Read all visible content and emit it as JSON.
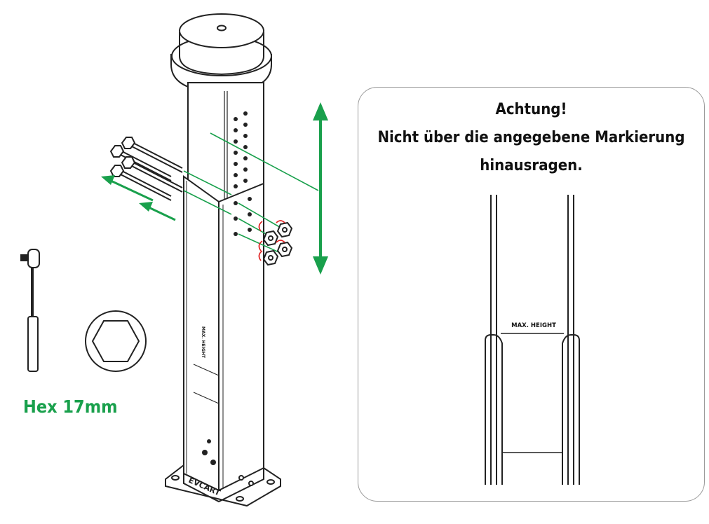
{
  "warning": {
    "title": "Achtung!",
    "line1": "Nicht über die angegebene Markierung",
    "line2": "hinausragen."
  },
  "tool": {
    "label": "Hex 17mm"
  },
  "marker": {
    "label": "MAX. HEIGHT"
  },
  "post": {
    "marker_label": "MAX. HEIGHT",
    "brand": "EVCART"
  },
  "colors": {
    "accent_green": "#19a04c",
    "arrow_red": "#e02020",
    "line": "#222222"
  },
  "icons": {
    "wrench": "hex-ratchet-wrench-icon",
    "socket": "hexagon-socket-icon"
  }
}
